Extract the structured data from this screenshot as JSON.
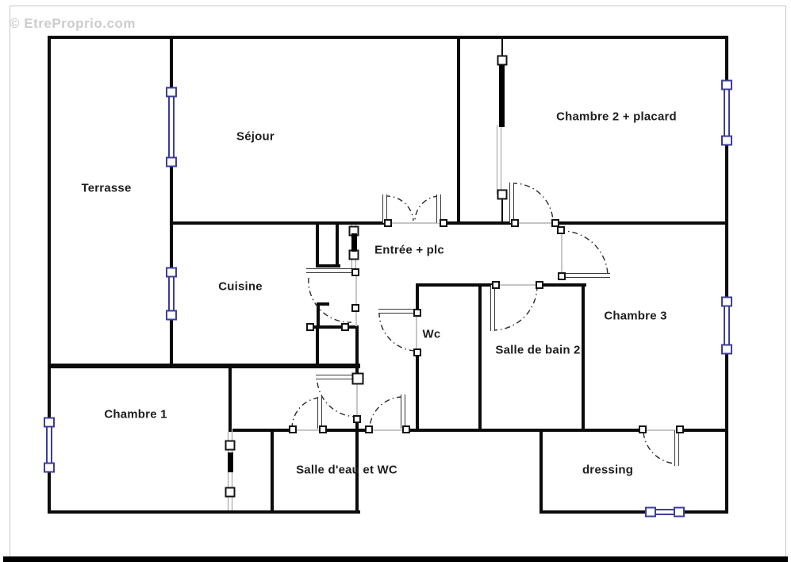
{
  "watermark": "© EtreProprio.com",
  "rooms": [
    {
      "id": "terrasse",
      "label": "Terrasse"
    },
    {
      "id": "sejour",
      "label": "Séjour"
    },
    {
      "id": "chambre2",
      "label": "Chambre 2 + placard"
    },
    {
      "id": "entree",
      "label": "Entrée + plc"
    },
    {
      "id": "cuisine",
      "label": "Cuisine"
    },
    {
      "id": "chambre3",
      "label": "Chambre 3"
    },
    {
      "id": "wc",
      "label": "Wc"
    },
    {
      "id": "sdb2",
      "label": "Salle de bain 2"
    },
    {
      "id": "chambre1",
      "label": "Chambre 1"
    },
    {
      "id": "salle_eau",
      "label": "Salle d'eau et WC"
    },
    {
      "id": "dressing",
      "label": "dressing"
    }
  ],
  "colors": {
    "wall": "#0b0b0b",
    "window": "#3d3d9b",
    "opening_line": "#c6c6c6",
    "label": "#1e1e1e",
    "watermark": "#cccccc",
    "footer_bar": "#000000",
    "background": "#ffffff"
  }
}
